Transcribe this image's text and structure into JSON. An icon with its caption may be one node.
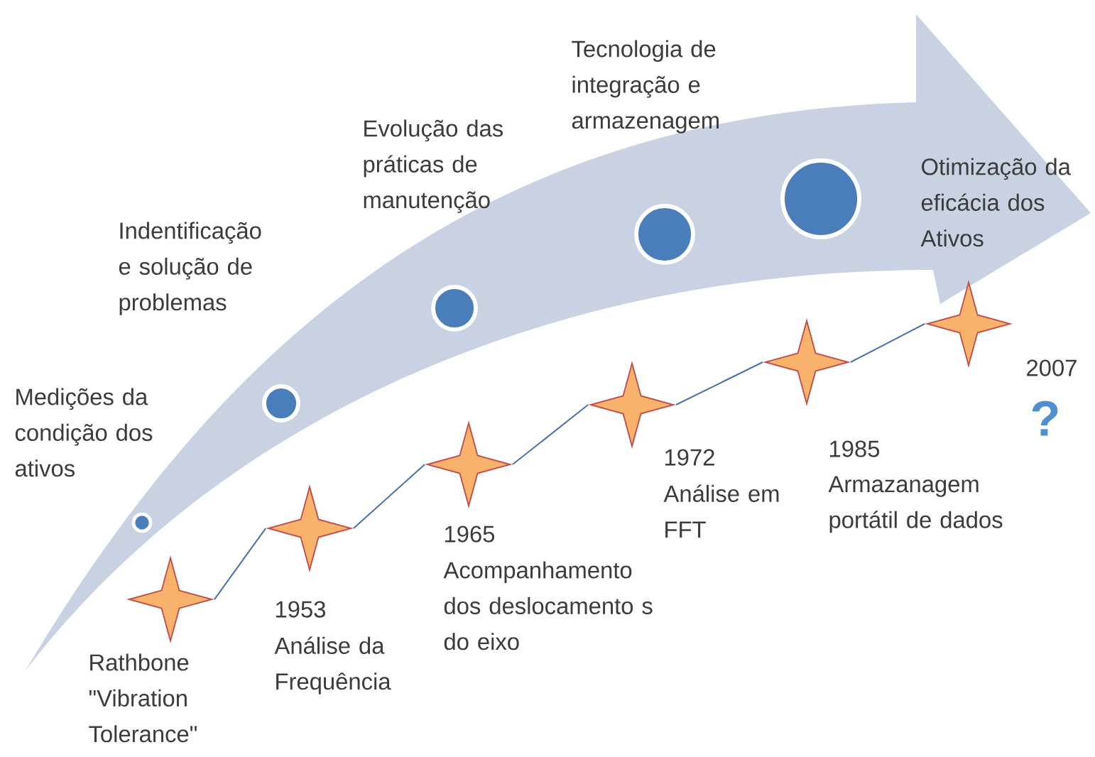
{
  "diagram": {
    "nodes": [
      {
        "text": [],
        "shape": "star"
      },
      {
        "text": [],
        "shape": "star"
      },
      {
        "text": [],
        "shape": "star"
      },
      {
        "text": [],
        "shape": "star"
      },
      {
        "text": [],
        "shape": "star"
      },
      {
        "text": [],
        "shape": "star"
      }
    ],
    "edges": [
      {
        "from": 0,
        "to": 1,
        "arrow": "none"
      },
      {
        "from": 1,
        "to": 2,
        "arrow": "none"
      },
      {
        "from": 2,
        "to": 3,
        "arrow": "none"
      },
      {
        "from": 3,
        "to": 4,
        "arrow": "none"
      },
      {
        "from": 4,
        "to": 5,
        "arrow": "none"
      }
    ],
    "labels": [
      "Tecnologia de integração e armazenagem",
      "Evolução das práticas de manutenção",
      "Otimização da eficácia dos Ativos",
      "Indentificação e solução de problemas",
      "2007",
      "Medições da condição dos ativos",
      "?",
      "1985",
      "1972",
      "Armazanagem portátil de dados",
      "Análise em FFT",
      "1965",
      "Acompanhamento dos deslocamento s do eixo",
      "1953",
      "Análise da Frequência",
      "Rathbone \"Vibration Tolerance\""
    ]
  }
}
